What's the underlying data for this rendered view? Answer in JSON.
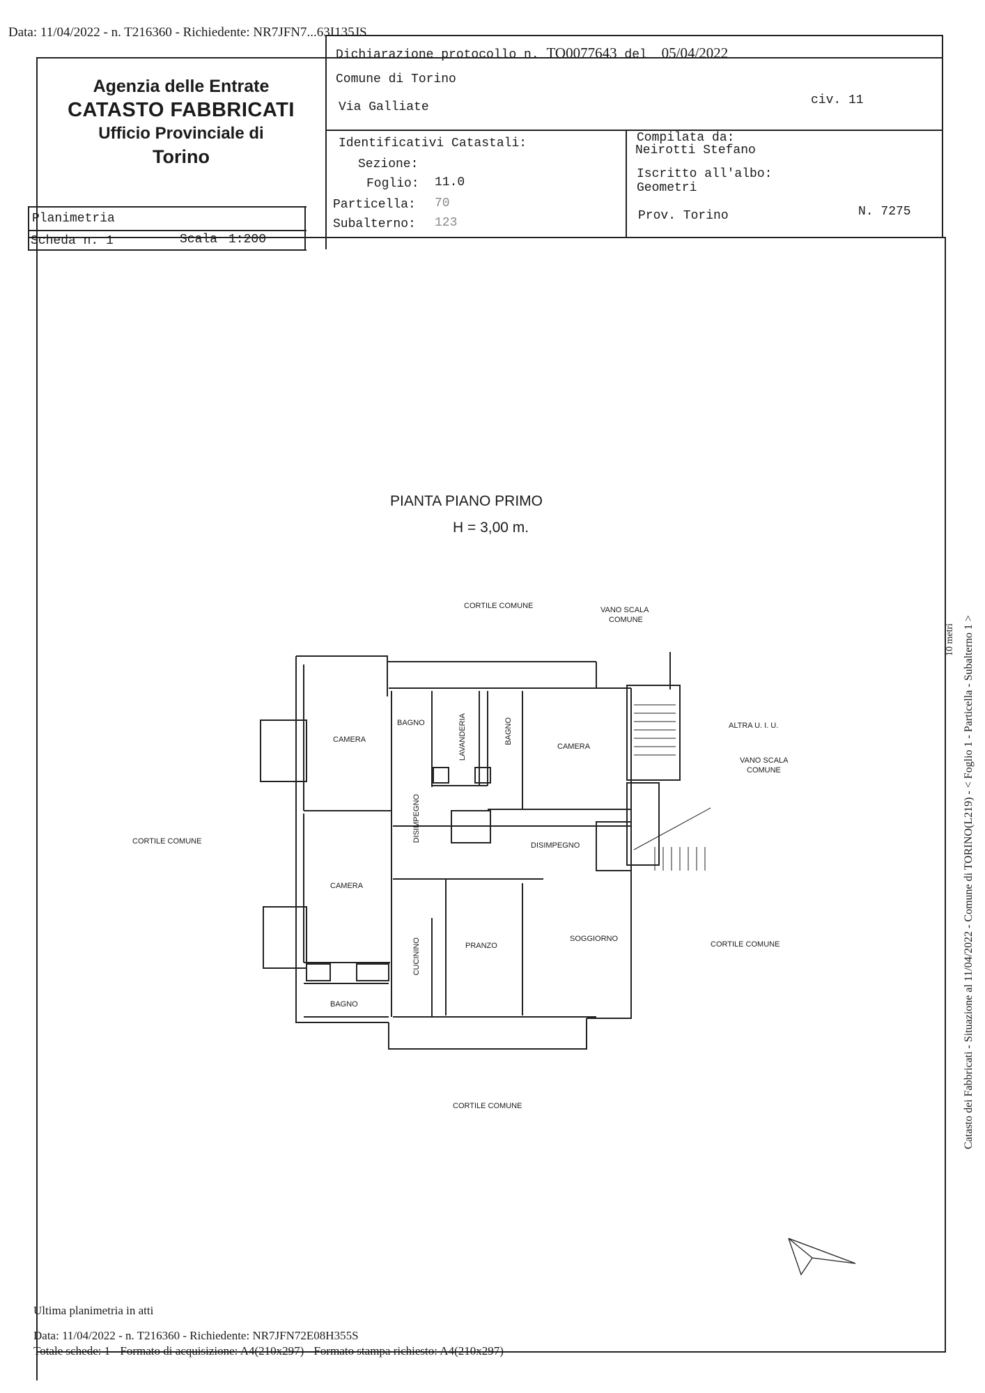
{
  "top_line": "Data: 11/04/2022 - n. T216360 - Richiedente: NR7JFN7...63I135JS",
  "header": {
    "agency_line1": "Agenzia delle Entrate",
    "agency_line2": "CATASTO FABBRICATI",
    "agency_line3": "Ufficio Provinciale di",
    "agency_line4": "Torino",
    "declaration_label": "Dichiarazione protocollo n.",
    "declaration_number": "TO0077643",
    "declaration_del": "del",
    "declaration_date": "05/04/2022",
    "comune": "Comune di Torino",
    "via": "Via Galliate",
    "civico": "civ. 11"
  },
  "identifiers": {
    "title": "Identificativi Catastali:",
    "sezione_label": "Sezione:",
    "sezione_value": "",
    "foglio_label": "Foglio:",
    "foglio_value": "11.0",
    "particella_label": "Particella:",
    "particella_value": "70",
    "subalterno_label": "Subalterno:",
    "subalterno_value": "123"
  },
  "compiled": {
    "title": "Compilata da:",
    "name": "Neirotti Stefano",
    "albo_label": "Iscritto all'albo:",
    "albo_value": "Geometri",
    "prov": "Prov. Torino",
    "number": "N. 7275"
  },
  "sheet": {
    "type": "Planimetria",
    "scheda": "Scheda n. 1",
    "scala_label": "Scala",
    "scala_value": "1:200"
  },
  "plan": {
    "title": "PIANTA PIANO PRIMO",
    "height": "H = 3,00 m.",
    "exterior": {
      "top": "CORTILE COMUNE",
      "left": "CORTILE COMUNE",
      "right": "CORTILE COMUNE",
      "bottom": "CORTILE COMUNE",
      "stair1_line1": "VANO SCALA",
      "stair1_line2": "COMUNE",
      "stair2_line1": "VANO SCALA",
      "stair2_line2": "COMUNE",
      "altra": "ALTRA U. I. U."
    },
    "rooms": {
      "camera_nw": "CAMERA",
      "bagno_top": "BAGNO",
      "lavanderia": "LAVANDERIA",
      "bagno_small": "BAGNO",
      "camera_ne": "CAMERA",
      "disimpegno_v": "DISIMPEGNO",
      "disimpegno_h": "DISIMPEGNO",
      "camera_w": "CAMERA",
      "cucinino": "CUCININO",
      "pranzo": "PRANZO",
      "soggiorno": "SOGGIORNO",
      "bagno_sw": "BAGNO"
    }
  },
  "side_text": "Catasto dei Fabbricati - Situazione al 11/04/2022 - Comune di TORINO(L219) - < Foglio 1 - Particella - Subalterno 1 >",
  "side_scale": "10 metri",
  "footer": {
    "ultima": "Ultima planimetria in atti",
    "data_line": "Data: 11/04/2022 - n. T216360 - Richiedente: NR7JFN72E08H355S",
    "totale": "Totale schede: 1 - Formato di acquisizione: A4(210x297) - Formato stampa richiesto: A4(210x297)"
  }
}
